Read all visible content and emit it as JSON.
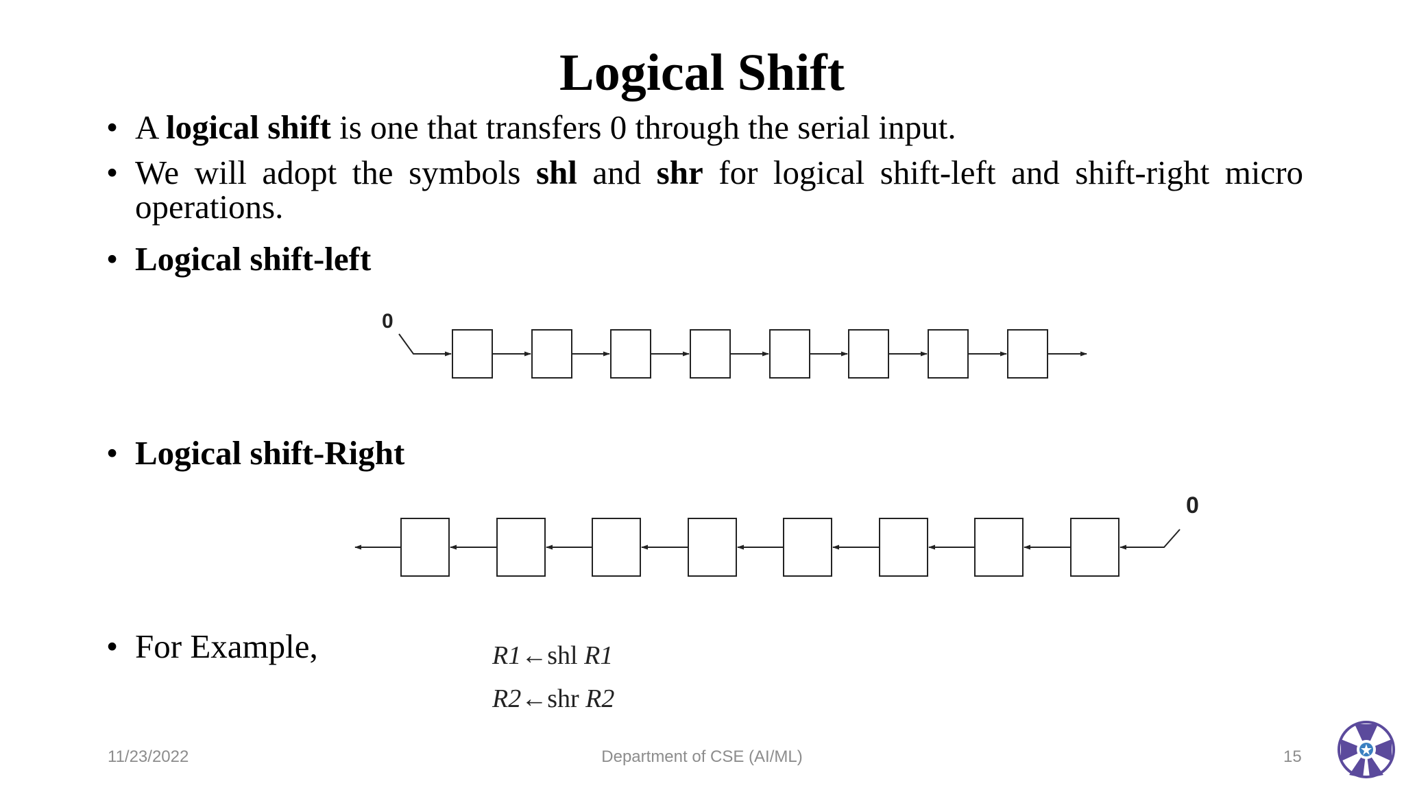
{
  "slide": {
    "title": "Logical Shift",
    "bullets": [
      {
        "bullet": "•",
        "pre": "A ",
        "bold": "logical shift",
        "post": " is one that transfers 0 through the serial input."
      },
      {
        "bullet": "•",
        "t1": "We will adopt the symbols ",
        "b1": "shl",
        "t2": " and ",
        "b2": "shr",
        "t3": " for logical shift-left and shift-right micro operations."
      },
      {
        "bullet": "•",
        "text": "Logical shift-left"
      },
      {
        "bullet": "•",
        "text": "Logical shift-Right"
      },
      {
        "bullet": "•",
        "text": "For Example,"
      }
    ],
    "diagram_left": {
      "input_label": "0",
      "register_cells": 8,
      "direction": "left-to-right"
    },
    "diagram_right": {
      "input_label": "0",
      "register_cells": 8,
      "direction": "right-to-left"
    },
    "formulas": [
      {
        "lhs": "R1",
        "arrow": "←",
        "op": "shl",
        "rhs": "R1"
      },
      {
        "lhs": "R2",
        "arrow": "←",
        "op": "shr",
        "rhs": "R2"
      }
    ]
  },
  "footer": {
    "date": "11/23/2022",
    "department": "Department of CSE (AI/ML)",
    "page_number": "15"
  },
  "colors": {
    "text": "#000000",
    "footer_text": "#8c8c8c",
    "logo_purple": "#5b4a9c",
    "logo_blue": "#3a7fc1"
  }
}
